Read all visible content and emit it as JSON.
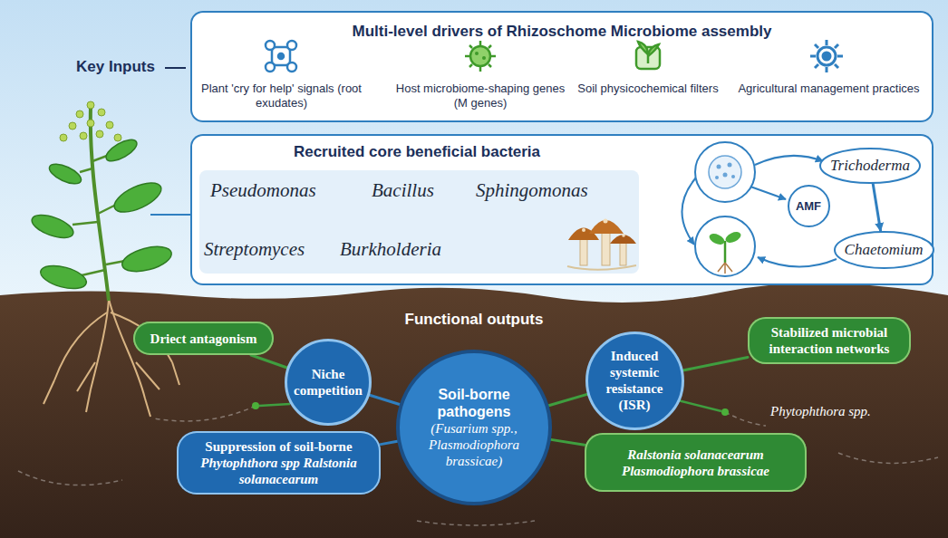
{
  "diagram": {
    "nodes": [
      {
        "text": [
          "Multi-level drivers of Rhizoschome Microbiome assembly"
        ]
      },
      {
        "text": [
          "Plant 'cry for help' signals (root exudates)"
        ],
        "in": 0
      },
      {
        "text": [
          "Host microbiome-shaping genes (M genes)"
        ],
        "in": 0
      },
      {
        "text": [
          "Soil physicochemical filters"
        ],
        "in": 0
      },
      {
        "text": [
          "Agricultural management practices"
        ],
        "in": 0
      },
      {
        "text": [
          "Recruited core beneficial bacteria"
        ]
      },
      {
        "text": [
          "Pseudomonas",
          "Bacillus",
          "Sphingomonas",
          "Streptomyces",
          "Burkholderia"
        ],
        "in": 5
      },
      {
        "text": [
          "Trichoderma"
        ],
        "in": 5
      },
      {
        "text": [
          "AMF"
        ],
        "in": 5
      },
      {
        "text": [
          "Chaetomium"
        ],
        "in": 5
      },
      {
        "text": [
          "Driect antagonism"
        ]
      },
      {
        "text": [
          "Niche competition"
        ]
      },
      {
        "text": [
          "Soil-borne pathogens",
          "(Fusarium spp., Plasmodiophora brassicae)"
        ]
      },
      {
        "text": [
          "Induced systemic resistance (ISR)"
        ]
      },
      {
        "text": [
          "Stabilized microbial interaction networks"
        ]
      },
      {
        "text": [
          "Suppression of soil-borne",
          "Phytophthora spp Ralstonia solanacearum"
        ]
      },
      {
        "text": [
          "Ralstonia solanacearum Plasmodiophora brassicae"
        ]
      }
    ],
    "edges": [
      {
        "from": 10,
        "to": 11,
        "arrow": "none"
      },
      {
        "from": 11,
        "to": 12,
        "arrow": "none"
      },
      {
        "from": 12,
        "to": 15,
        "arrow": "none"
      },
      {
        "from": 12,
        "to": 13,
        "arrow": "none"
      },
      {
        "from": 13,
        "to": 14,
        "arrow": "none"
      },
      {
        "from": 12,
        "to": 16,
        "arrow": "none"
      },
      {
        "from": 7,
        "to": 9,
        "arrow": "to"
      }
    ],
    "labels": [
      "Key Inputs",
      "Functional outputs",
      "Phytophthora spp."
    ]
  }
}
